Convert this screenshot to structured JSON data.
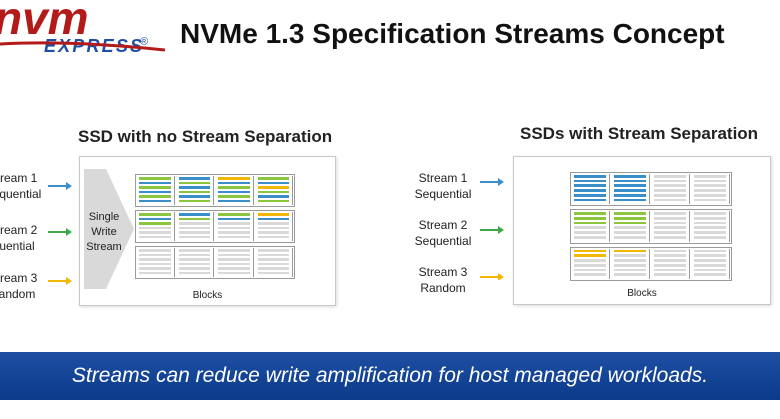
{
  "logo": {
    "text_top": "nvm",
    "text_bottom": "EXPRESS",
    "mark": "®"
  },
  "title": "NVMe 1.3 Specification Streams Concept",
  "left": {
    "title": "SSD with no Stream Separation",
    "streams": [
      {
        "line1": "tream 1",
        "line2": "equential"
      },
      {
        "line1": "tream 2",
        "line2": "uential"
      },
      {
        "line1": "tream 3",
        "line2": "andom"
      }
    ],
    "single_write": [
      "Single",
      "Write",
      "Stream"
    ],
    "blocks_label": "Blocks"
  },
  "right": {
    "title": "SSDs with Stream Separation",
    "streams": [
      {
        "line1": "Stream 1",
        "line2": "Sequential"
      },
      {
        "line1": "Stream 2",
        "line2": "Sequential"
      },
      {
        "line1": "Stream 3",
        "line2": "Random"
      }
    ],
    "blocks_label": "Blocks"
  },
  "colors": {
    "stream1": "#3a8fc8",
    "stream2": "#8cc63f",
    "stream3": "#f2b705",
    "empty": "#d9d9d9",
    "arrow_gray": "#c8c8c8",
    "banner": "#1a4c9e"
  },
  "banner": "Streams can reduce write amplification for host managed workloads."
}
